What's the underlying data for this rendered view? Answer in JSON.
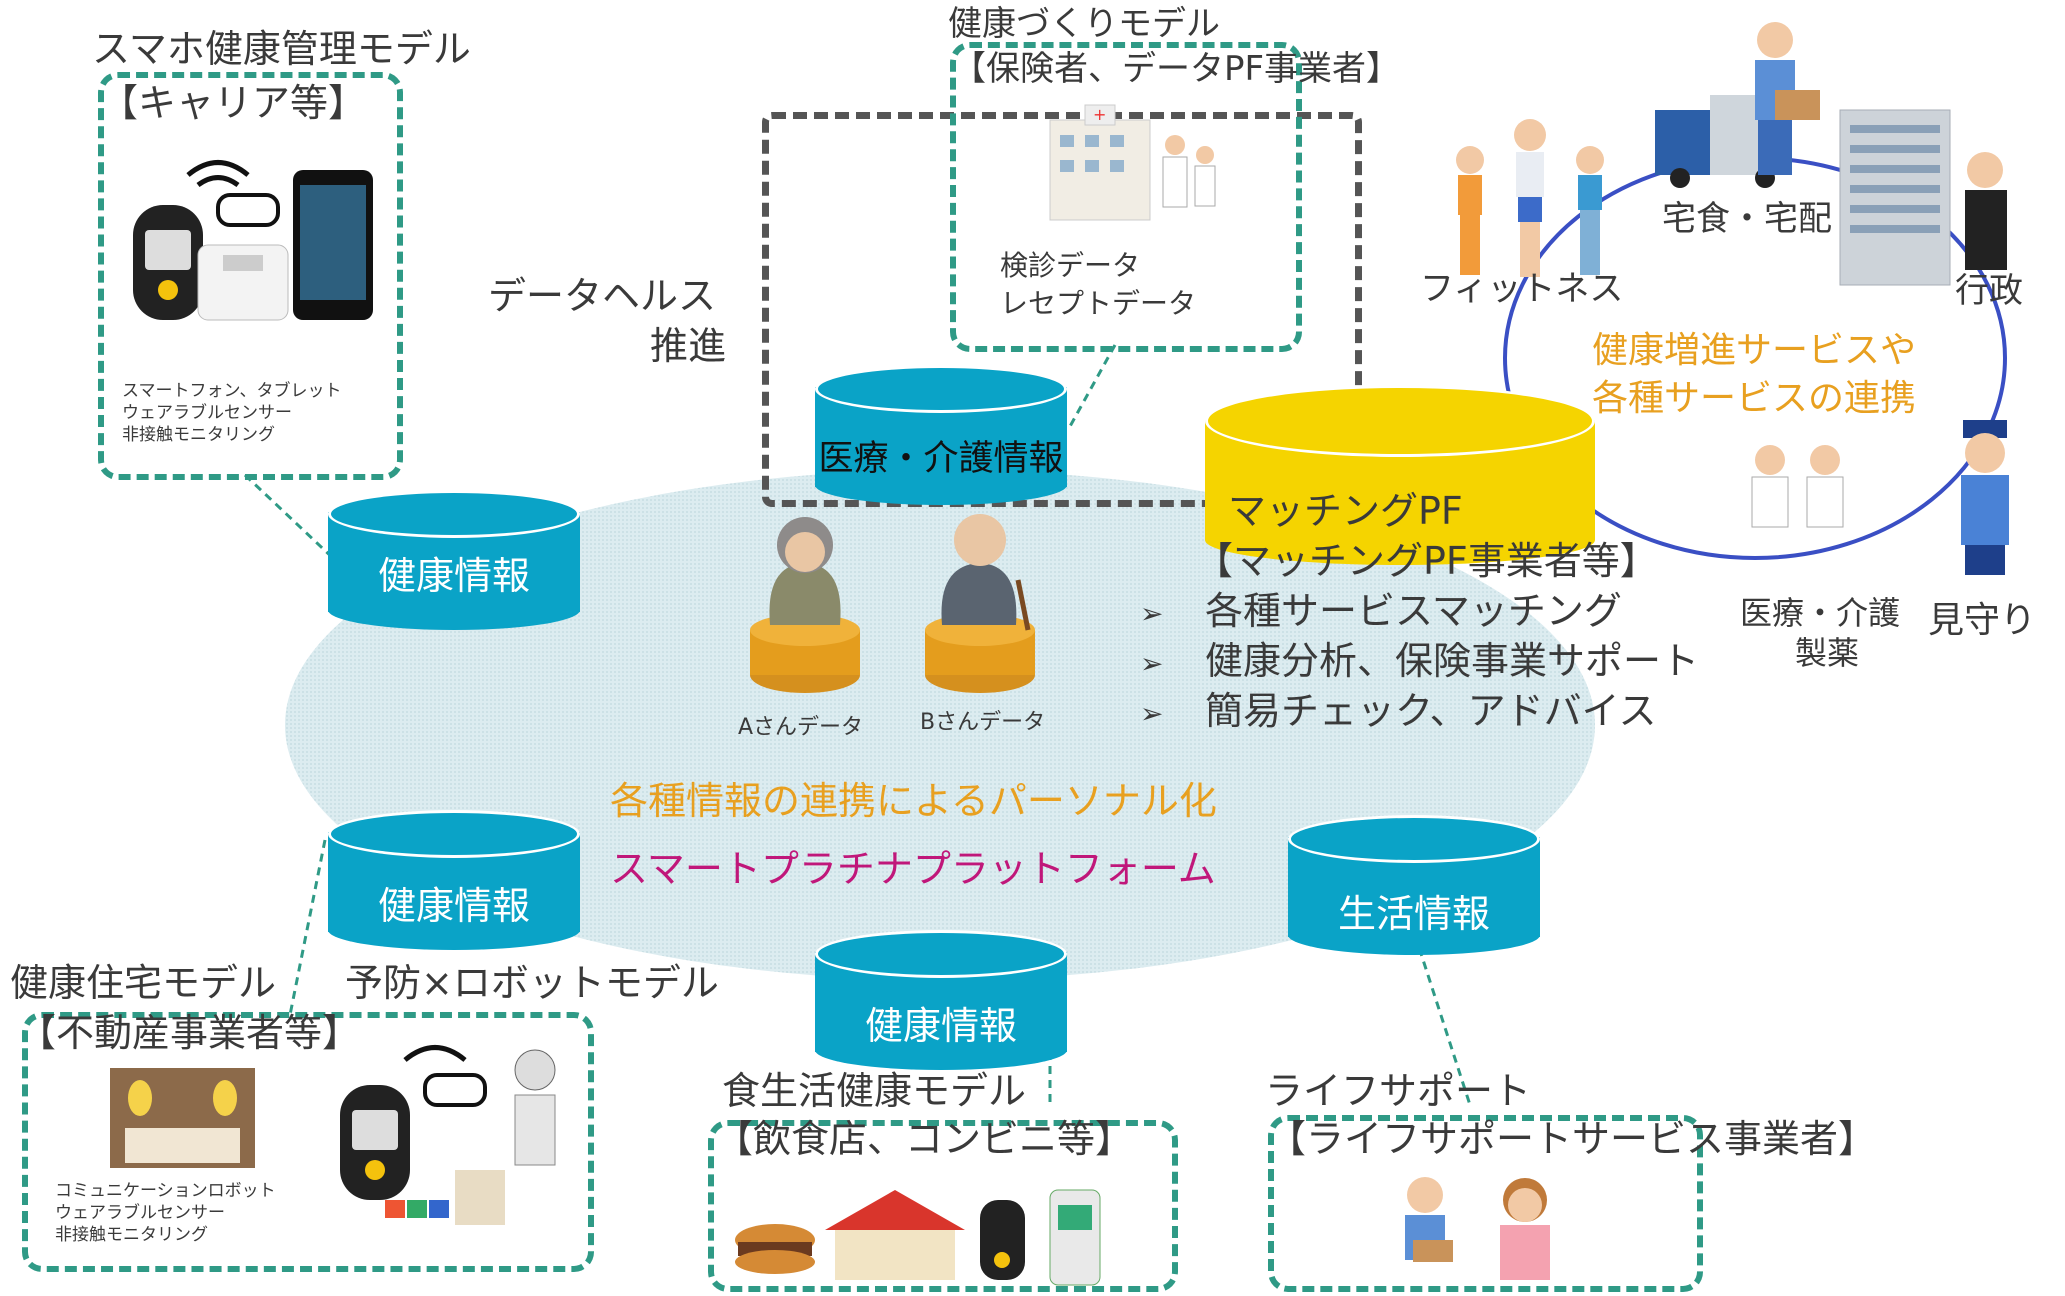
{
  "models": {
    "smartphone": {
      "title": "スマホ健康管理モデル",
      "sub": "【キャリア等】",
      "caption": [
        "スマートフォン、タブレット",
        "ウェアラブルセンサー",
        "非接触モニタリング"
      ]
    },
    "health_building": {
      "title": "健康づくりモデル",
      "sub": "【保険者、データPF事業者】",
      "caption": [
        "検診データ",
        "レセプトデータ"
      ]
    },
    "data_health": {
      "line1": "データヘルス",
      "line2": "推進"
    },
    "housing": {
      "title": "健康住宅モデル",
      "sub": "【不動産事業者等】",
      "caption": [
        "コミュニケーションロボット",
        "ウェアラブルセンサー",
        "非接触モニタリング"
      ]
    },
    "robot": {
      "title": "予防×ロボットモデル"
    },
    "diet": {
      "title": "食生活健康モデル",
      "sub": "【飲食店、コンビニ等】"
    },
    "life_support": {
      "title": "ライフサポート",
      "sub": "【ライフサポートサービス事業者】"
    }
  },
  "cylinders": {
    "medical_care": "医療・介護情報",
    "health_top_left": "健康情報",
    "health_bottom_left": "健康情報",
    "health_bottom_center": "健康情報",
    "life": "生活情報"
  },
  "persons": {
    "a": "Aさんデータ",
    "b": "Bさんデータ"
  },
  "platform": {
    "line1": "各種情報の連携によるパーソナル化",
    "line2": "スマートプラチナプラットフォーム",
    "line1_color": "#e8a020",
    "line2_color": "#c0177a"
  },
  "matching": {
    "title": "マッチングPF",
    "sub": "【マッチングPF事業者等】",
    "bullet_glyph": "➢",
    "bullets": [
      "各種サービスマッチング",
      "健康分析、保険事業サポート",
      "簡易チェック、アドバイス"
    ]
  },
  "services": {
    "center_line1": "健康増進サービスや",
    "center_line2": "各種サービスの連携",
    "delivery": "宅食・宅配",
    "fitness": "フィットネス",
    "gov": "行政",
    "medical_line1": "医療・介護",
    "medical_line2": "製薬",
    "watch": "見守り"
  },
  "colors": {
    "teal_dash": "#2f9a86",
    "cylinder": "#0aa3c7",
    "matching_cylinder": "#f5d400",
    "ellipse": "#dfeef2",
    "services_text": "#e8a020",
    "ring": "#3a4fc4"
  }
}
